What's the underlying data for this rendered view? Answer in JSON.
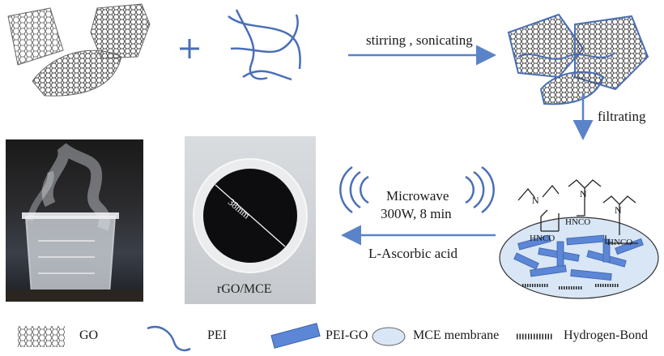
{
  "step1": {
    "label": "stirring , sonicating"
  },
  "step2": {
    "label": "filtrating"
  },
  "step3": {
    "line1": "Microwave",
    "line2": "300W, 8 min",
    "reagent": "L-Ascorbic acid"
  },
  "membrane_photo": {
    "dimension": "38mm",
    "caption": "rGO/MCE"
  },
  "groups": {
    "hnco": "HNCO",
    "n": "N"
  },
  "legend": {
    "go": "GO",
    "pei": "PEI",
    "pei_go": "PEI-GO",
    "mce": "MCE membrane",
    "hbond": "Hydrogen-Bond"
  },
  "colors": {
    "pei_blue": "#4a6fb5",
    "arrow_blue": "#5b83c9",
    "membrane_fill": "#d8e6f6",
    "pei_go_fill": "#5c86d6"
  }
}
